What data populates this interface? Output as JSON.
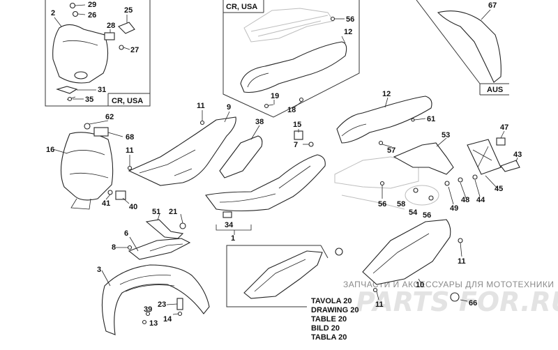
{
  "regions": {
    "top_left": "CR, USA",
    "top_center": "CR, USA",
    "top_right": "AUS"
  },
  "drawing_title": [
    "TAVOLA 20",
    "DRAWING 20",
    "TABLE 20",
    "BILD 20",
    "TABLA 20"
  ],
  "watermark": {
    "tagline": "ЗАПЧАСТИ И АКСЕССУАРЫ ДЛЯ МОТОТЕХНИКИ",
    "brand": "PARTS FOR.RU"
  },
  "callouts": {
    "c29": "29",
    "c26": "26",
    "c25": "25",
    "c28": "28",
    "c27": "27",
    "c2": "2",
    "c31": "31",
    "c35": "35",
    "c56a": "56",
    "c12a": "12",
    "c67": "67",
    "c19": "19",
    "c18": "18",
    "c12b": "12",
    "c11a": "11",
    "c9": "9",
    "c62": "62",
    "c68": "68",
    "c16": "16",
    "c11b": "11",
    "c61": "61",
    "c38": "38",
    "c15": "15",
    "c7": "7",
    "c57": "57",
    "c53": "53",
    "c47": "47",
    "c43": "43",
    "c41": "41",
    "c40": "40",
    "c51": "51",
    "c21": "21",
    "c34": "34",
    "c1": "1",
    "c56b": "56",
    "c58": "58",
    "c54": "54",
    "c56c": "56",
    "c49": "49",
    "c48": "48",
    "c44": "44",
    "c45": "45",
    "c6": "6",
    "c8": "8",
    "c11c": "11",
    "c3": "3",
    "c10": "10",
    "c11d": "11",
    "c66": "66",
    "c39": "39",
    "c23": "23",
    "c14": "14",
    "c13": "13"
  }
}
